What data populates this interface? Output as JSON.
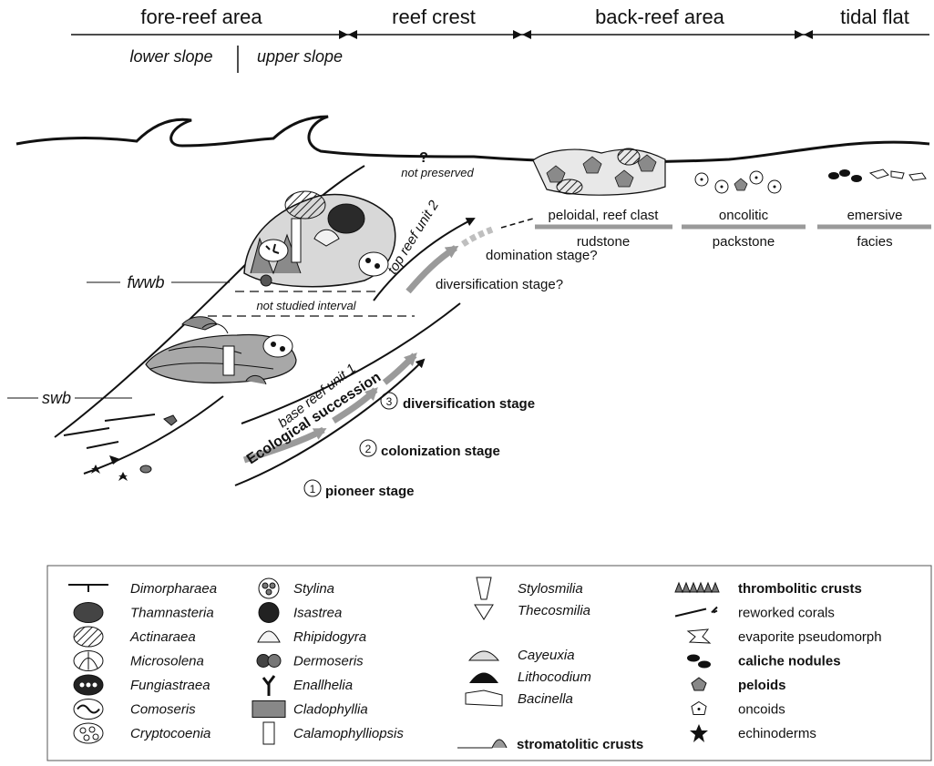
{
  "zones": {
    "fore_reef": "fore-reef area",
    "lower_slope": "lower slope",
    "upper_slope": "upper slope",
    "reef_crest": "reef crest",
    "back_reef": "back-reef area",
    "tidal_flat": "tidal flat"
  },
  "section": {
    "question": "?",
    "not_preserved": "not preserved",
    "fwwb": "fwwb",
    "swb": "swb",
    "not_studied": "not studied interval",
    "top_unit": "top reef unit 2",
    "base_unit": "base reef unit 1",
    "ecological": "Ecological succession"
  },
  "facies": [
    {
      "top": "peloidal, reef clast",
      "bottom": "rudstone"
    },
    {
      "top": "oncolitic",
      "bottom": "packstone"
    },
    {
      "top": "emersive",
      "bottom": "facies"
    }
  ],
  "stages": {
    "domination": "domination stage?",
    "diversification_q": "diversification stage?",
    "s3_num": "3",
    "s3": "diversification stage",
    "s2_num": "2",
    "s2": "colonization stage",
    "s1_num": "1",
    "s1": "pioneer stage"
  },
  "legend": {
    "col1": [
      "Dimorpharaea",
      "Thamnasteria",
      "Actinaraea",
      "Microsolena",
      "Fungiastraea",
      "Comoseris",
      "Cryptocoenia"
    ],
    "col2": [
      "Stylina",
      "Isastrea",
      "Rhipidogyra",
      "Dermoseris",
      "Enallhelia",
      "Cladophyllia",
      "Calamophylliopsis"
    ],
    "col3a": [
      "Stylosmilia",
      "Thecosmilia"
    ],
    "col3b": [
      "Cayeuxia",
      "Lithocodium",
      "Bacinella"
    ],
    "stromatolitic": "stromatolitic crusts",
    "col4": [
      {
        "text": "thrombolitic crusts",
        "bold": true
      },
      {
        "text": "reworked corals",
        "bold": false
      },
      {
        "text": "evaporite pseudomorph",
        "bold": false
      },
      {
        "text": "caliche nodules",
        "bold": true
      },
      {
        "text": "peloids",
        "bold": true
      },
      {
        "text": "oncoids",
        "bold": false
      },
      {
        "text": "echinoderms",
        "bold": false
      }
    ]
  },
  "colors": {
    "ink": "#111111",
    "gray": "#9a9a9a",
    "light": "#bfbfbf"
  }
}
